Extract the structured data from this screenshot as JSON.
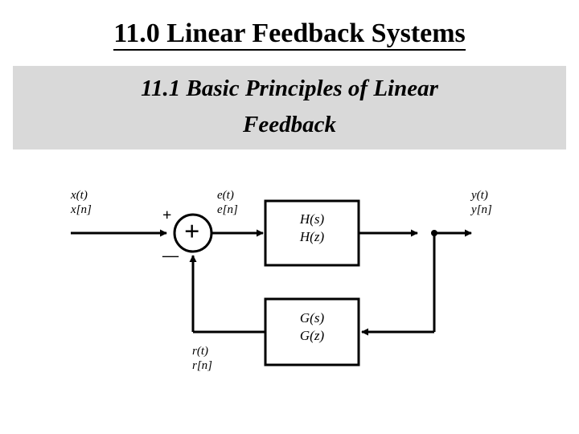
{
  "slide": {
    "title": "11.0 Linear Feedback Systems",
    "subtitle_line1": "11.1 Basic Principles of Linear",
    "subtitle_line2": "Feedback",
    "subtitle_band_color": "#d9d9d9",
    "text_color": "#000000",
    "background": "#ffffff"
  },
  "diagram": {
    "type": "block-diagram",
    "name": "linear-feedback-block-diagram",
    "labels": {
      "input_ct": "x(t)",
      "input_dt": "x[n]",
      "error_ct": "e(t)",
      "error_dt": "e[n]",
      "output_ct": "y(t)",
      "output_dt": "y[n]",
      "feedback_ct": "r(t)",
      "feedback_dt": "r[n]",
      "sum_plus": "+",
      "sum_minus": "—",
      "sum_symbol": "+"
    },
    "blocks": [
      {
        "name": "forward-block",
        "line1": "H(s)",
        "line2": "H(z)"
      },
      {
        "name": "feedback-block",
        "line1": "G(s)",
        "line2": "G(z)"
      }
    ]
  }
}
